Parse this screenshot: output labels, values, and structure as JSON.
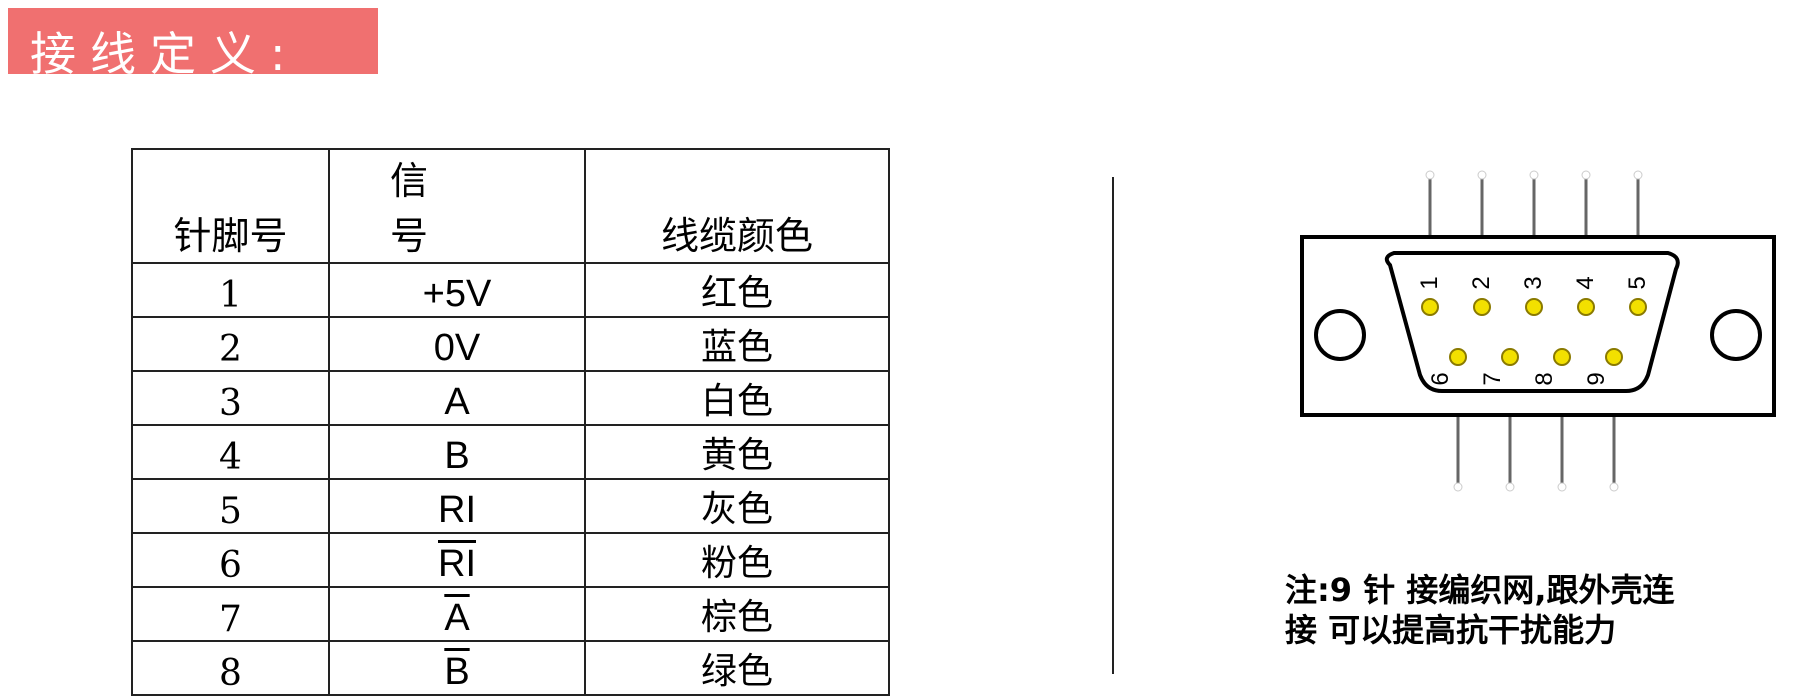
{
  "title": "接线定义:",
  "table": {
    "headers": [
      "针脚号",
      "信号",
      "线缆颜色"
    ],
    "rows": [
      {
        "pin": "1",
        "signal": "+5V",
        "color": "红色",
        "overline": false
      },
      {
        "pin": "2",
        "signal": "0V",
        "color": "蓝色",
        "overline": false
      },
      {
        "pin": "3",
        "signal": "A",
        "color": "白色",
        "overline": false
      },
      {
        "pin": "4",
        "signal": "B",
        "color": "黄色",
        "overline": false
      },
      {
        "pin": "5",
        "signal": "RI",
        "color": "灰色",
        "overline": false
      },
      {
        "pin": "6",
        "signal": "RI",
        "color": "粉色",
        "overline": true
      },
      {
        "pin": "7",
        "signal": "A",
        "color": "棕色",
        "overline": true
      },
      {
        "pin": "8",
        "signal": "B",
        "color": "绿色",
        "overline": true
      }
    ]
  },
  "connector": {
    "top_pins": [
      "1",
      "2",
      "3",
      "4",
      "5"
    ],
    "bottom_pins": [
      "6",
      "7",
      "8",
      "9"
    ],
    "pin_color": "#f2e000"
  },
  "note": {
    "line1": "注:9 针 接编织网,跟外壳连",
    "line2": "接 可以提高抗干扰能力"
  },
  "colors": {
    "title_bg": "#f07070",
    "title_text": "#ffffff"
  }
}
